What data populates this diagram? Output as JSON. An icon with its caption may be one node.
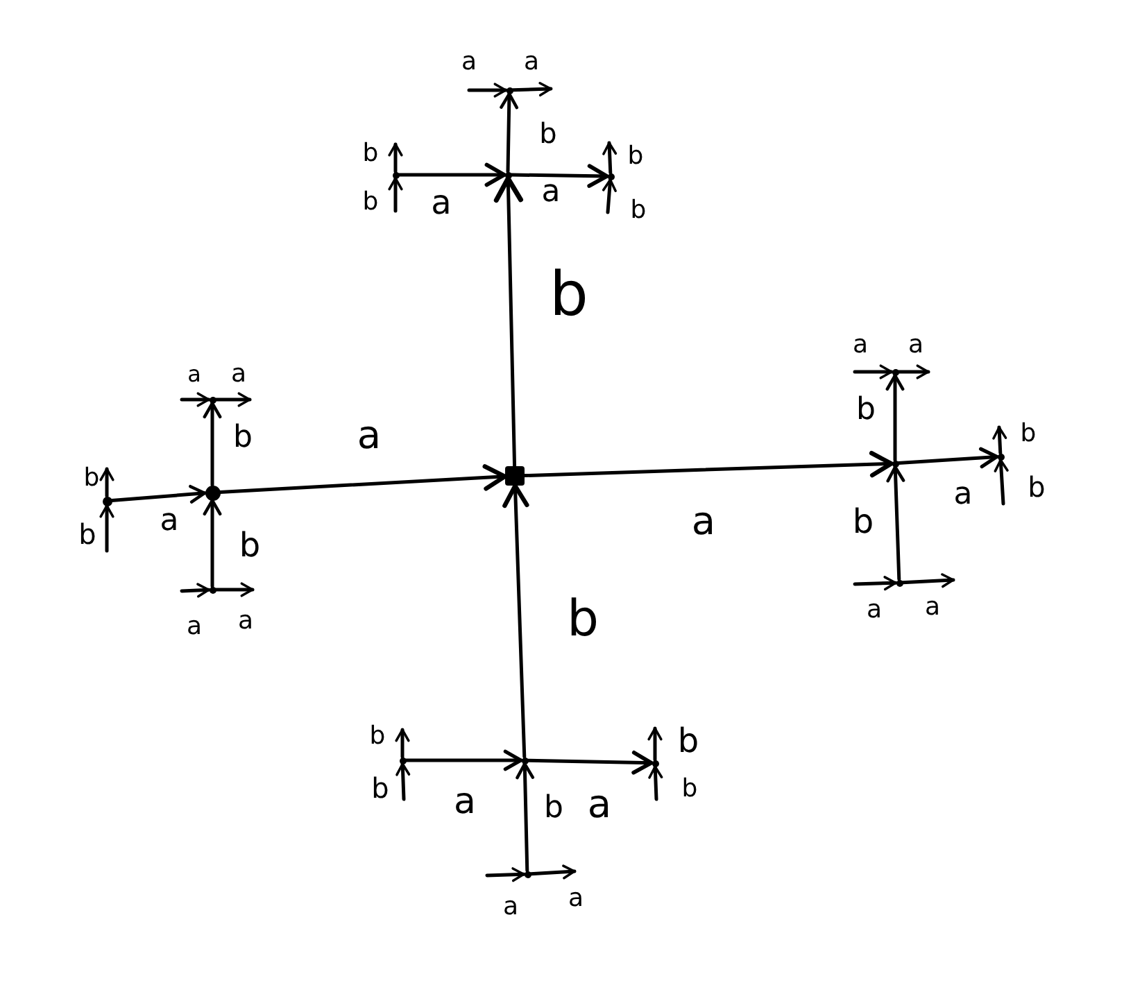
{
  "diagram": {
    "nodes": [
      {
        "text": [],
        "shape": "circle"
      },
      {
        "text": [],
        "shape": "circle"
      },
      {
        "text": [],
        "shape": "circle"
      },
      {
        "text": [],
        "shape": "circle"
      },
      {
        "text": [],
        "shape": "circle"
      },
      {
        "text": [],
        "shape": "circle"
      },
      {
        "text": [],
        "shape": "circle"
      },
      {
        "text": [],
        "shape": "circle"
      },
      {
        "text": [],
        "shape": "box"
      },
      {
        "text": [],
        "shape": "circle"
      },
      {
        "text": [],
        "shape": "circle"
      },
      {
        "text": [],
        "shape": "circle"
      },
      {
        "text": [],
        "shape": "circle"
      },
      {
        "text": [],
        "shape": "circle"
      },
      {
        "text": [],
        "shape": "circle"
      },
      {
        "text": [],
        "shape": "circle"
      },
      {
        "text": [],
        "shape": "circle"
      }
    ],
    "edges": [
      {
        "from": null,
        "to": 0,
        "arrow": "to",
        "label": "a"
      },
      {
        "from": 0,
        "to": null,
        "arrow": "to",
        "label": "a"
      },
      {
        "from": 2,
        "to": 0,
        "arrow": "to",
        "label": "b"
      },
      {
        "from": 1,
        "to": null,
        "arrow": "to",
        "label": "b"
      },
      {
        "from": null,
        "to": 1,
        "arrow": "to",
        "label": "b"
      },
      {
        "from": 1,
        "to": 2,
        "arrow": "to",
        "label": "a"
      },
      {
        "from": 2,
        "to": 3,
        "arrow": "to",
        "label": "a"
      },
      {
        "from": 3,
        "to": null,
        "arrow": "to",
        "label": "b"
      },
      {
        "from": null,
        "to": 3,
        "arrow": "to",
        "label": "b"
      },
      {
        "from": 8,
        "to": 2,
        "arrow": "to",
        "label": "b"
      },
      {
        "from": null,
        "to": 4,
        "arrow": "to",
        "label": "a"
      },
      {
        "from": 4,
        "to": null,
        "arrow": "to",
        "label": "a"
      },
      {
        "from": null,
        "to": 5,
        "arrow": "to",
        "label": "a"
      },
      {
        "from": 5,
        "to": null,
        "arrow": "to",
        "label": "a"
      },
      {
        "from": 9,
        "to": 5,
        "arrow": "to",
        "label": "b"
      },
      {
        "from": 7,
        "to": 4,
        "arrow": "to",
        "label": "b"
      },
      {
        "from": 6,
        "to": null,
        "arrow": "to",
        "label": "b"
      },
      {
        "from": null,
        "to": 6,
        "arrow": "to",
        "label": "b"
      },
      {
        "from": 6,
        "to": 7,
        "arrow": "to",
        "label": "a"
      },
      {
        "from": 7,
        "to": 8,
        "arrow": "to",
        "label": "a"
      },
      {
        "from": 8,
        "to": 9,
        "arrow": "to",
        "label": "a"
      },
      {
        "from": 9,
        "to": 10,
        "arrow": "to",
        "label": "a"
      },
      {
        "from": 10,
        "to": null,
        "arrow": "to",
        "label": "b"
      },
      {
        "from": null,
        "to": 10,
        "arrow": "to",
        "label": "b"
      },
      {
        "from": 11,
        "to": 7,
        "arrow": "to",
        "label": "b"
      },
      {
        "from": 12,
        "to": 9,
        "arrow": "to",
        "label": "b"
      },
      {
        "from": null,
        "to": 11,
        "arrow": "to",
        "label": "a"
      },
      {
        "from": 11,
        "to": null,
        "arrow": "to",
        "label": "a"
      },
      {
        "from": null,
        "to": 12,
        "arrow": "to",
        "label": "a"
      },
      {
        "from": 12,
        "to": null,
        "arrow": "to",
        "label": "a"
      },
      {
        "from": 14,
        "to": 8,
        "arrow": "to",
        "label": "b"
      },
      {
        "from": 13,
        "to": null,
        "arrow": "to",
        "label": "b"
      },
      {
        "from": null,
        "to": 13,
        "arrow": "to",
        "label": "b"
      },
      {
        "from": 13,
        "to": 14,
        "arrow": "to",
        "label": "a"
      },
      {
        "from": 14,
        "to": 15,
        "arrow": "to",
        "label": "a"
      },
      {
        "from": 15,
        "to": null,
        "arrow": "to",
        "label": "b"
      },
      {
        "from": null,
        "to": 15,
        "arrow": "to",
        "label": "b"
      },
      {
        "from": 16,
        "to": 14,
        "arrow": "to",
        "label": "b"
      },
      {
        "from": null,
        "to": 16,
        "arrow": "to",
        "label": "a"
      },
      {
        "from": 16,
        "to": null,
        "arrow": "to",
        "label": "a"
      }
    ]
  }
}
